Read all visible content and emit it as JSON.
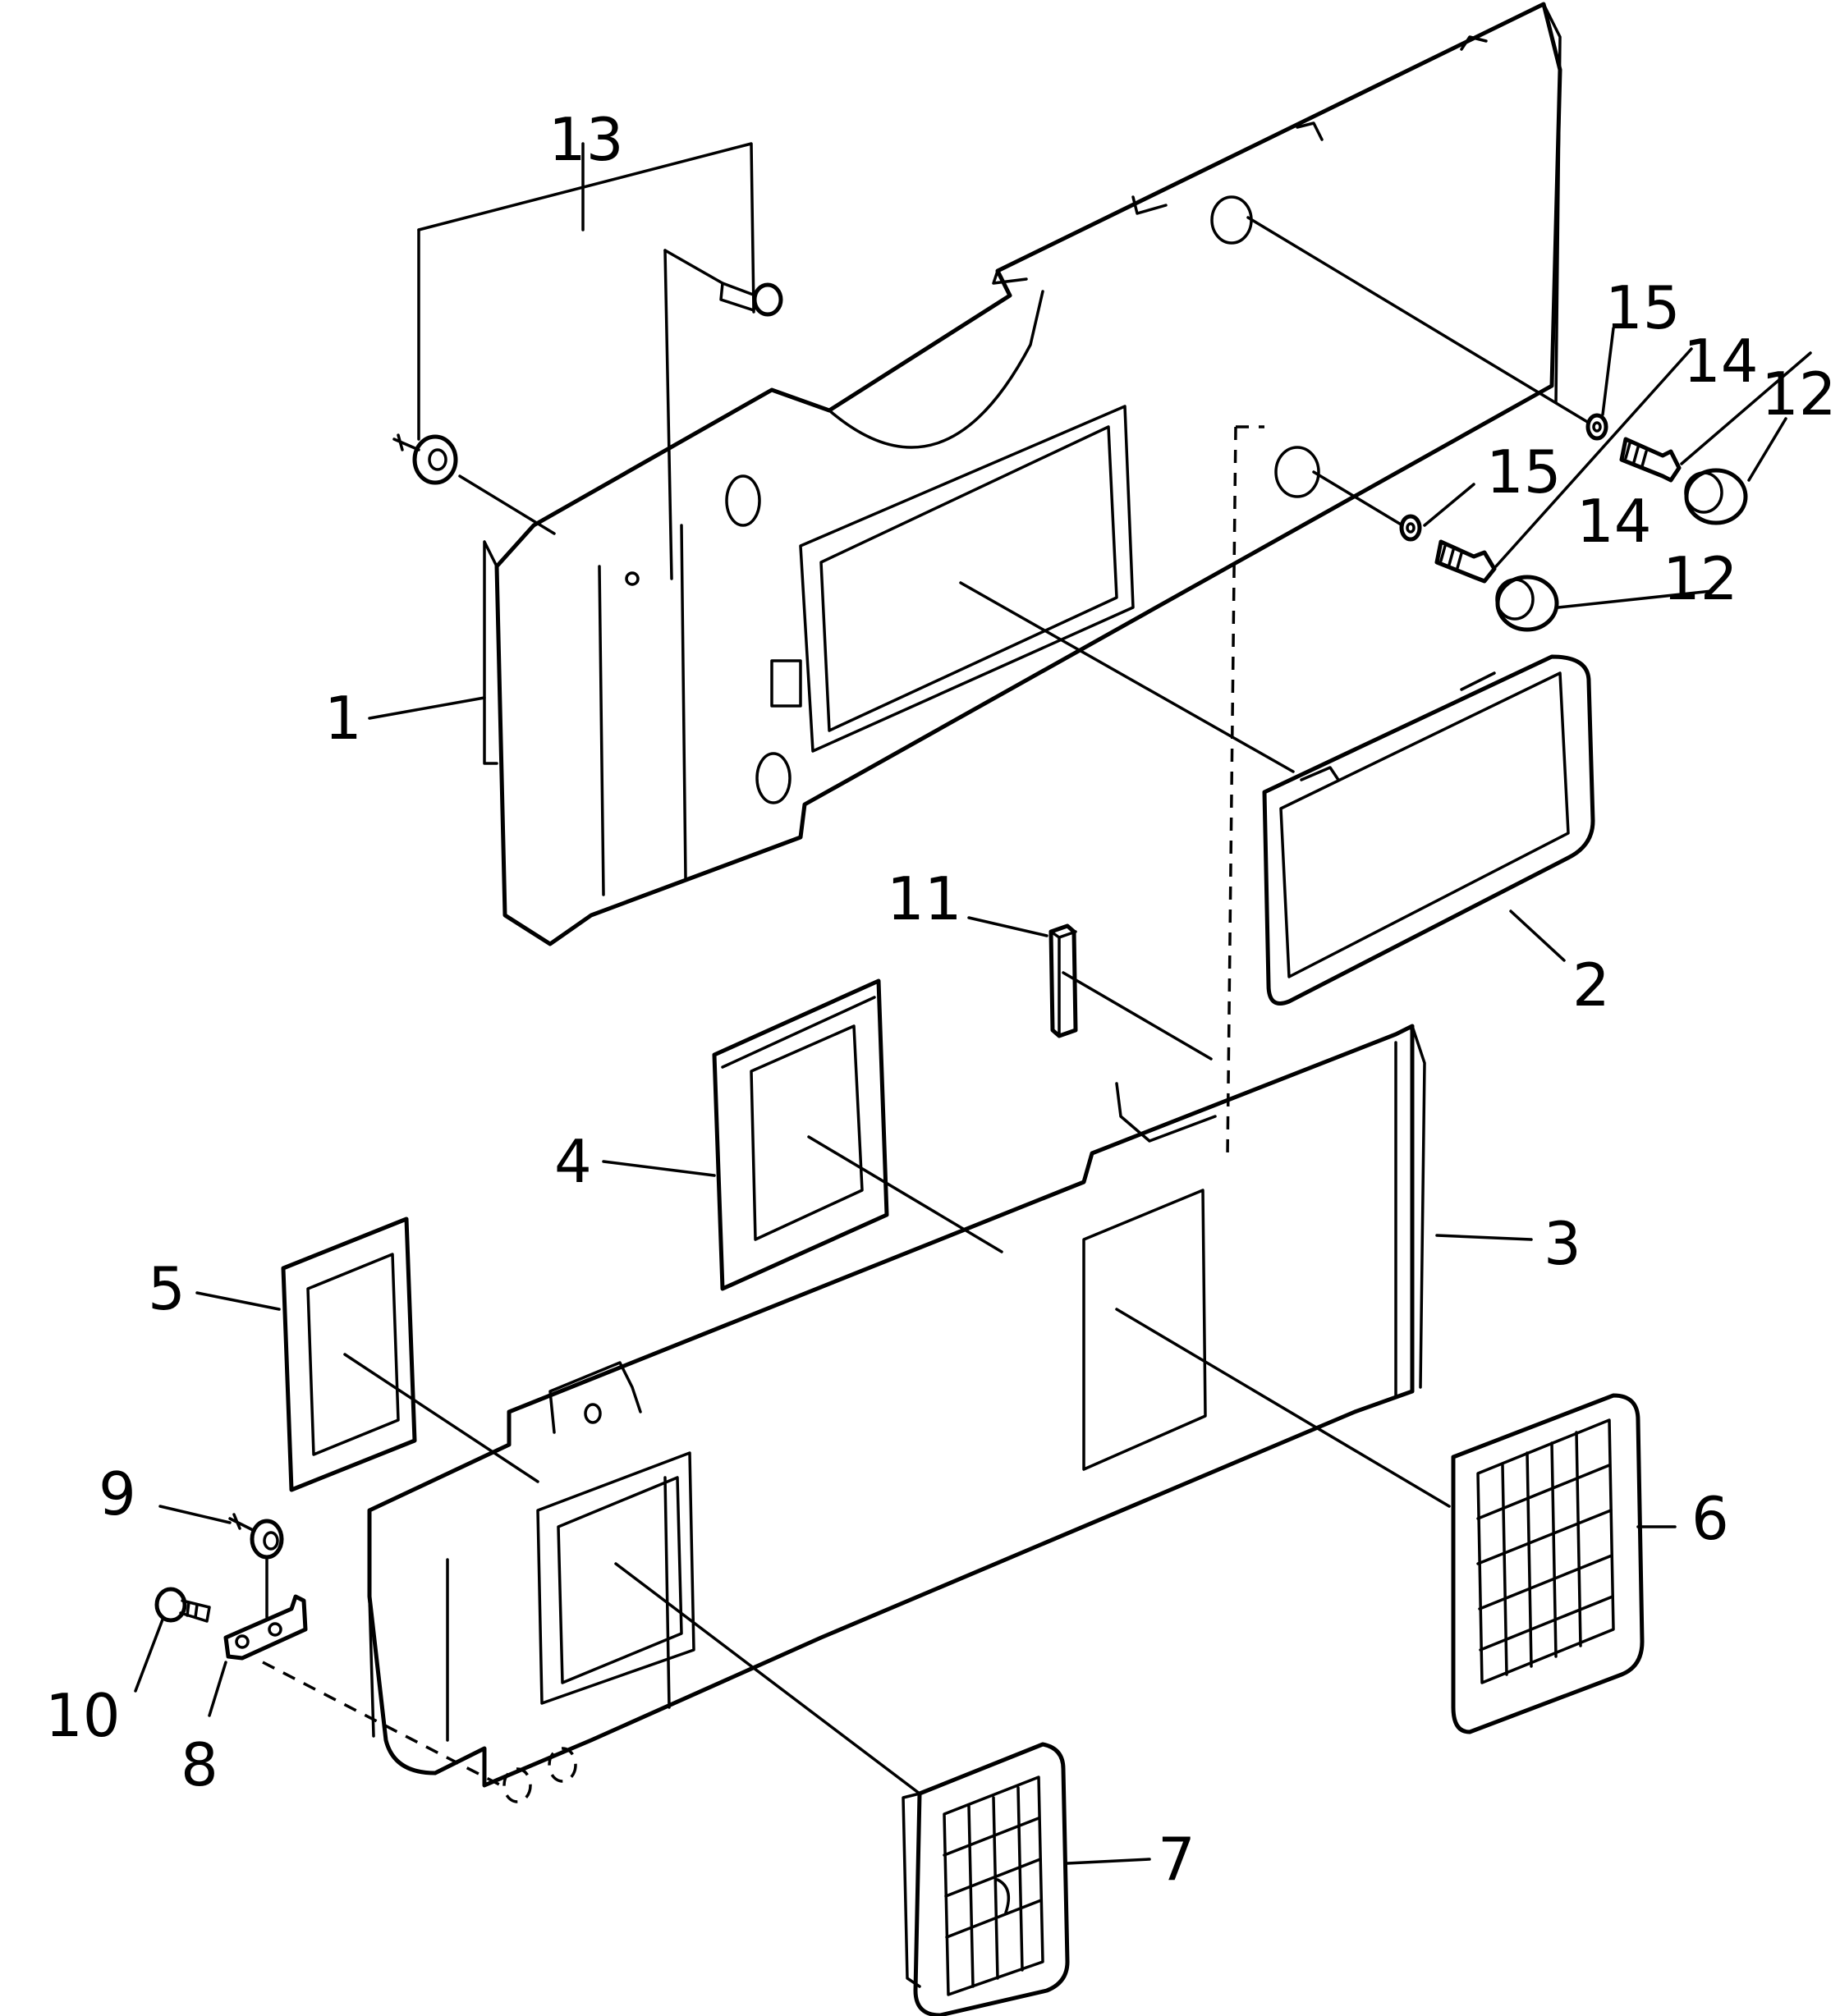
{
  "diagram": {
    "callouts": [
      {
        "id": "c1",
        "text": "1"
      },
      {
        "id": "c2",
        "text": "2"
      },
      {
        "id": "c3",
        "text": "3"
      },
      {
        "id": "c4",
        "text": "4"
      },
      {
        "id": "c5",
        "text": "5"
      },
      {
        "id": "c6",
        "text": "6"
      },
      {
        "id": "c7",
        "text": "7"
      },
      {
        "id": "c8",
        "text": "8"
      },
      {
        "id": "c9",
        "text": "9"
      },
      {
        "id": "c10",
        "text": "10"
      },
      {
        "id": "c11",
        "text": "11"
      },
      {
        "id": "c12a",
        "text": "12"
      },
      {
        "id": "c12b",
        "text": "12"
      },
      {
        "id": "c13",
        "text": "13"
      },
      {
        "id": "c14a",
        "text": "14"
      },
      {
        "id": "c14b",
        "text": "14"
      },
      {
        "id": "c15a",
        "text": "15"
      },
      {
        "id": "c15b",
        "text": "15"
      }
    ]
  }
}
